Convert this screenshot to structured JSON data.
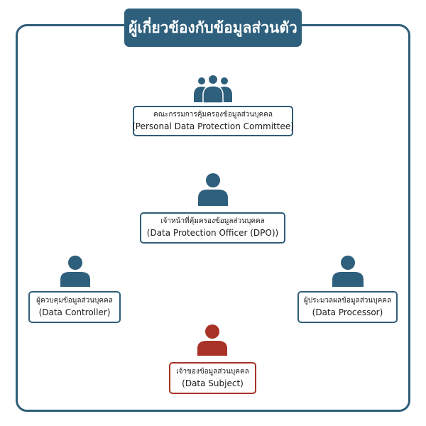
{
  "title": "ผู้เกี่ยวข้องกับข้อมูลส่วนตัว",
  "colors": {
    "primary": "#2e5f7c",
    "accent_red": "#a83225",
    "text": "#1a1a1a"
  },
  "roles": {
    "committee": {
      "thai": "คณะกรรมการคุ้มครองข้อมูลส่วนบุคคล",
      "english": "(Personal Data Protection Committee)",
      "icon": "group-people-icon"
    },
    "dpo": {
      "thai": "เจ้าหน้าที่คุ้มครองข้อมูลส่วนบุคคล",
      "english": "(Data Protection Officer (DPO))",
      "icon": "person-icon"
    },
    "controller": {
      "thai": "ผู้ควบคุมข้อมูลส่วนบุคคล",
      "english": "(Data Controller)",
      "icon": "person-icon"
    },
    "processor": {
      "thai": "ผู้ประมวลผลข้อมูลส่วนบุคคล",
      "english": "(Data Processor)",
      "icon": "person-icon"
    },
    "subject": {
      "thai": "เจ้าของข้อมูลส่วนบุคคล",
      "english": "(Data Subject)",
      "icon": "person-icon"
    }
  }
}
